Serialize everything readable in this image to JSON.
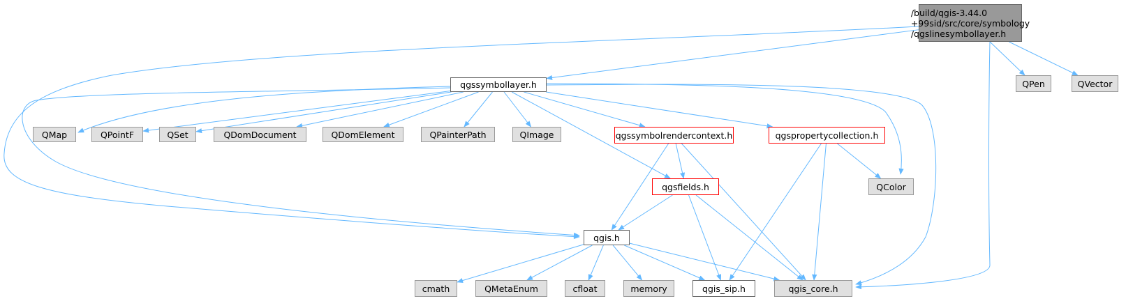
{
  "diagram": {
    "edge_color": "#63b8ff",
    "nodes": [
      {
        "id": "root",
        "kind": "root",
        "label_lines": [
          "/build/qgis-3.44.0",
          "+99sid/src/core/symbology",
          "/qgslinesymbollayer.h"
        ]
      },
      {
        "id": "qgssymbollayer",
        "kind": "header",
        "label": "qgssymbollayer.h"
      },
      {
        "id": "QPen",
        "kind": "external",
        "label": "QPen"
      },
      {
        "id": "QVector",
        "kind": "external",
        "label": "QVector"
      },
      {
        "id": "QMap",
        "kind": "external",
        "label": "QMap"
      },
      {
        "id": "QPointF",
        "kind": "external",
        "label": "QPointF"
      },
      {
        "id": "QSet",
        "kind": "external",
        "label": "QSet"
      },
      {
        "id": "QDomDocument",
        "kind": "external",
        "label": "QDomDocument"
      },
      {
        "id": "QDomElement",
        "kind": "external",
        "label": "QDomElement"
      },
      {
        "id": "QPainterPath",
        "kind": "external",
        "label": "QPainterPath"
      },
      {
        "id": "QImage",
        "kind": "external",
        "label": "QImage"
      },
      {
        "id": "qgssymbolrendercontext",
        "kind": "truncated",
        "label": "qgssymbolrendercontext.h"
      },
      {
        "id": "qgspropertycollection",
        "kind": "truncated",
        "label": "qgspropertycollection.h"
      },
      {
        "id": "QColor",
        "kind": "external",
        "label": "QColor"
      },
      {
        "id": "qgsfields",
        "kind": "truncated",
        "label": "qgsfields.h"
      },
      {
        "id": "qgis",
        "kind": "header",
        "label": "qgis.h"
      },
      {
        "id": "cmath",
        "kind": "external",
        "label": "cmath"
      },
      {
        "id": "QMetaEnum",
        "kind": "external",
        "label": "QMetaEnum"
      },
      {
        "id": "cfloat",
        "kind": "external",
        "label": "cfloat"
      },
      {
        "id": "memory",
        "kind": "external",
        "label": "memory"
      },
      {
        "id": "qgis_sip",
        "kind": "header",
        "label": "qgis_sip.h"
      },
      {
        "id": "qgis_core",
        "kind": "external",
        "label": "qgis_core.h"
      }
    ],
    "edges": [
      [
        "root",
        "qgssymbollayer"
      ],
      [
        "root",
        "QPen"
      ],
      [
        "root",
        "QVector"
      ],
      [
        "root",
        "qgis"
      ],
      [
        "root",
        "qgis_core"
      ],
      [
        "qgssymbollayer",
        "QMap"
      ],
      [
        "qgssymbollayer",
        "QPointF"
      ],
      [
        "qgssymbollayer",
        "QSet"
      ],
      [
        "qgssymbollayer",
        "QDomDocument"
      ],
      [
        "qgssymbollayer",
        "QDomElement"
      ],
      [
        "qgssymbollayer",
        "QPainterPath"
      ],
      [
        "qgssymbollayer",
        "QImage"
      ],
      [
        "qgssymbollayer",
        "qgssymbolrendercontext"
      ],
      [
        "qgssymbollayer",
        "qgspropertycollection"
      ],
      [
        "qgssymbollayer",
        "qgsfields"
      ],
      [
        "qgssymbollayer",
        "QColor"
      ],
      [
        "qgssymbollayer",
        "qgis"
      ],
      [
        "qgssymbollayer",
        "qgis_core"
      ],
      [
        "qgssymbolrendercontext",
        "qgsfields"
      ],
      [
        "qgssymbolrendercontext",
        "qgis"
      ],
      [
        "qgssymbolrendercontext",
        "qgis_core"
      ],
      [
        "qgspropertycollection",
        "QColor"
      ],
      [
        "qgspropertycollection",
        "qgis_sip"
      ],
      [
        "qgspropertycollection",
        "qgis_core"
      ],
      [
        "qgsfields",
        "qgis"
      ],
      [
        "qgsfields",
        "qgis_sip"
      ],
      [
        "qgsfields",
        "qgis_core"
      ],
      [
        "qgis",
        "cmath"
      ],
      [
        "qgis",
        "QMetaEnum"
      ],
      [
        "qgis",
        "cfloat"
      ],
      [
        "qgis",
        "memory"
      ],
      [
        "qgis",
        "qgis_sip"
      ],
      [
        "qgis",
        "qgis_core"
      ]
    ]
  }
}
